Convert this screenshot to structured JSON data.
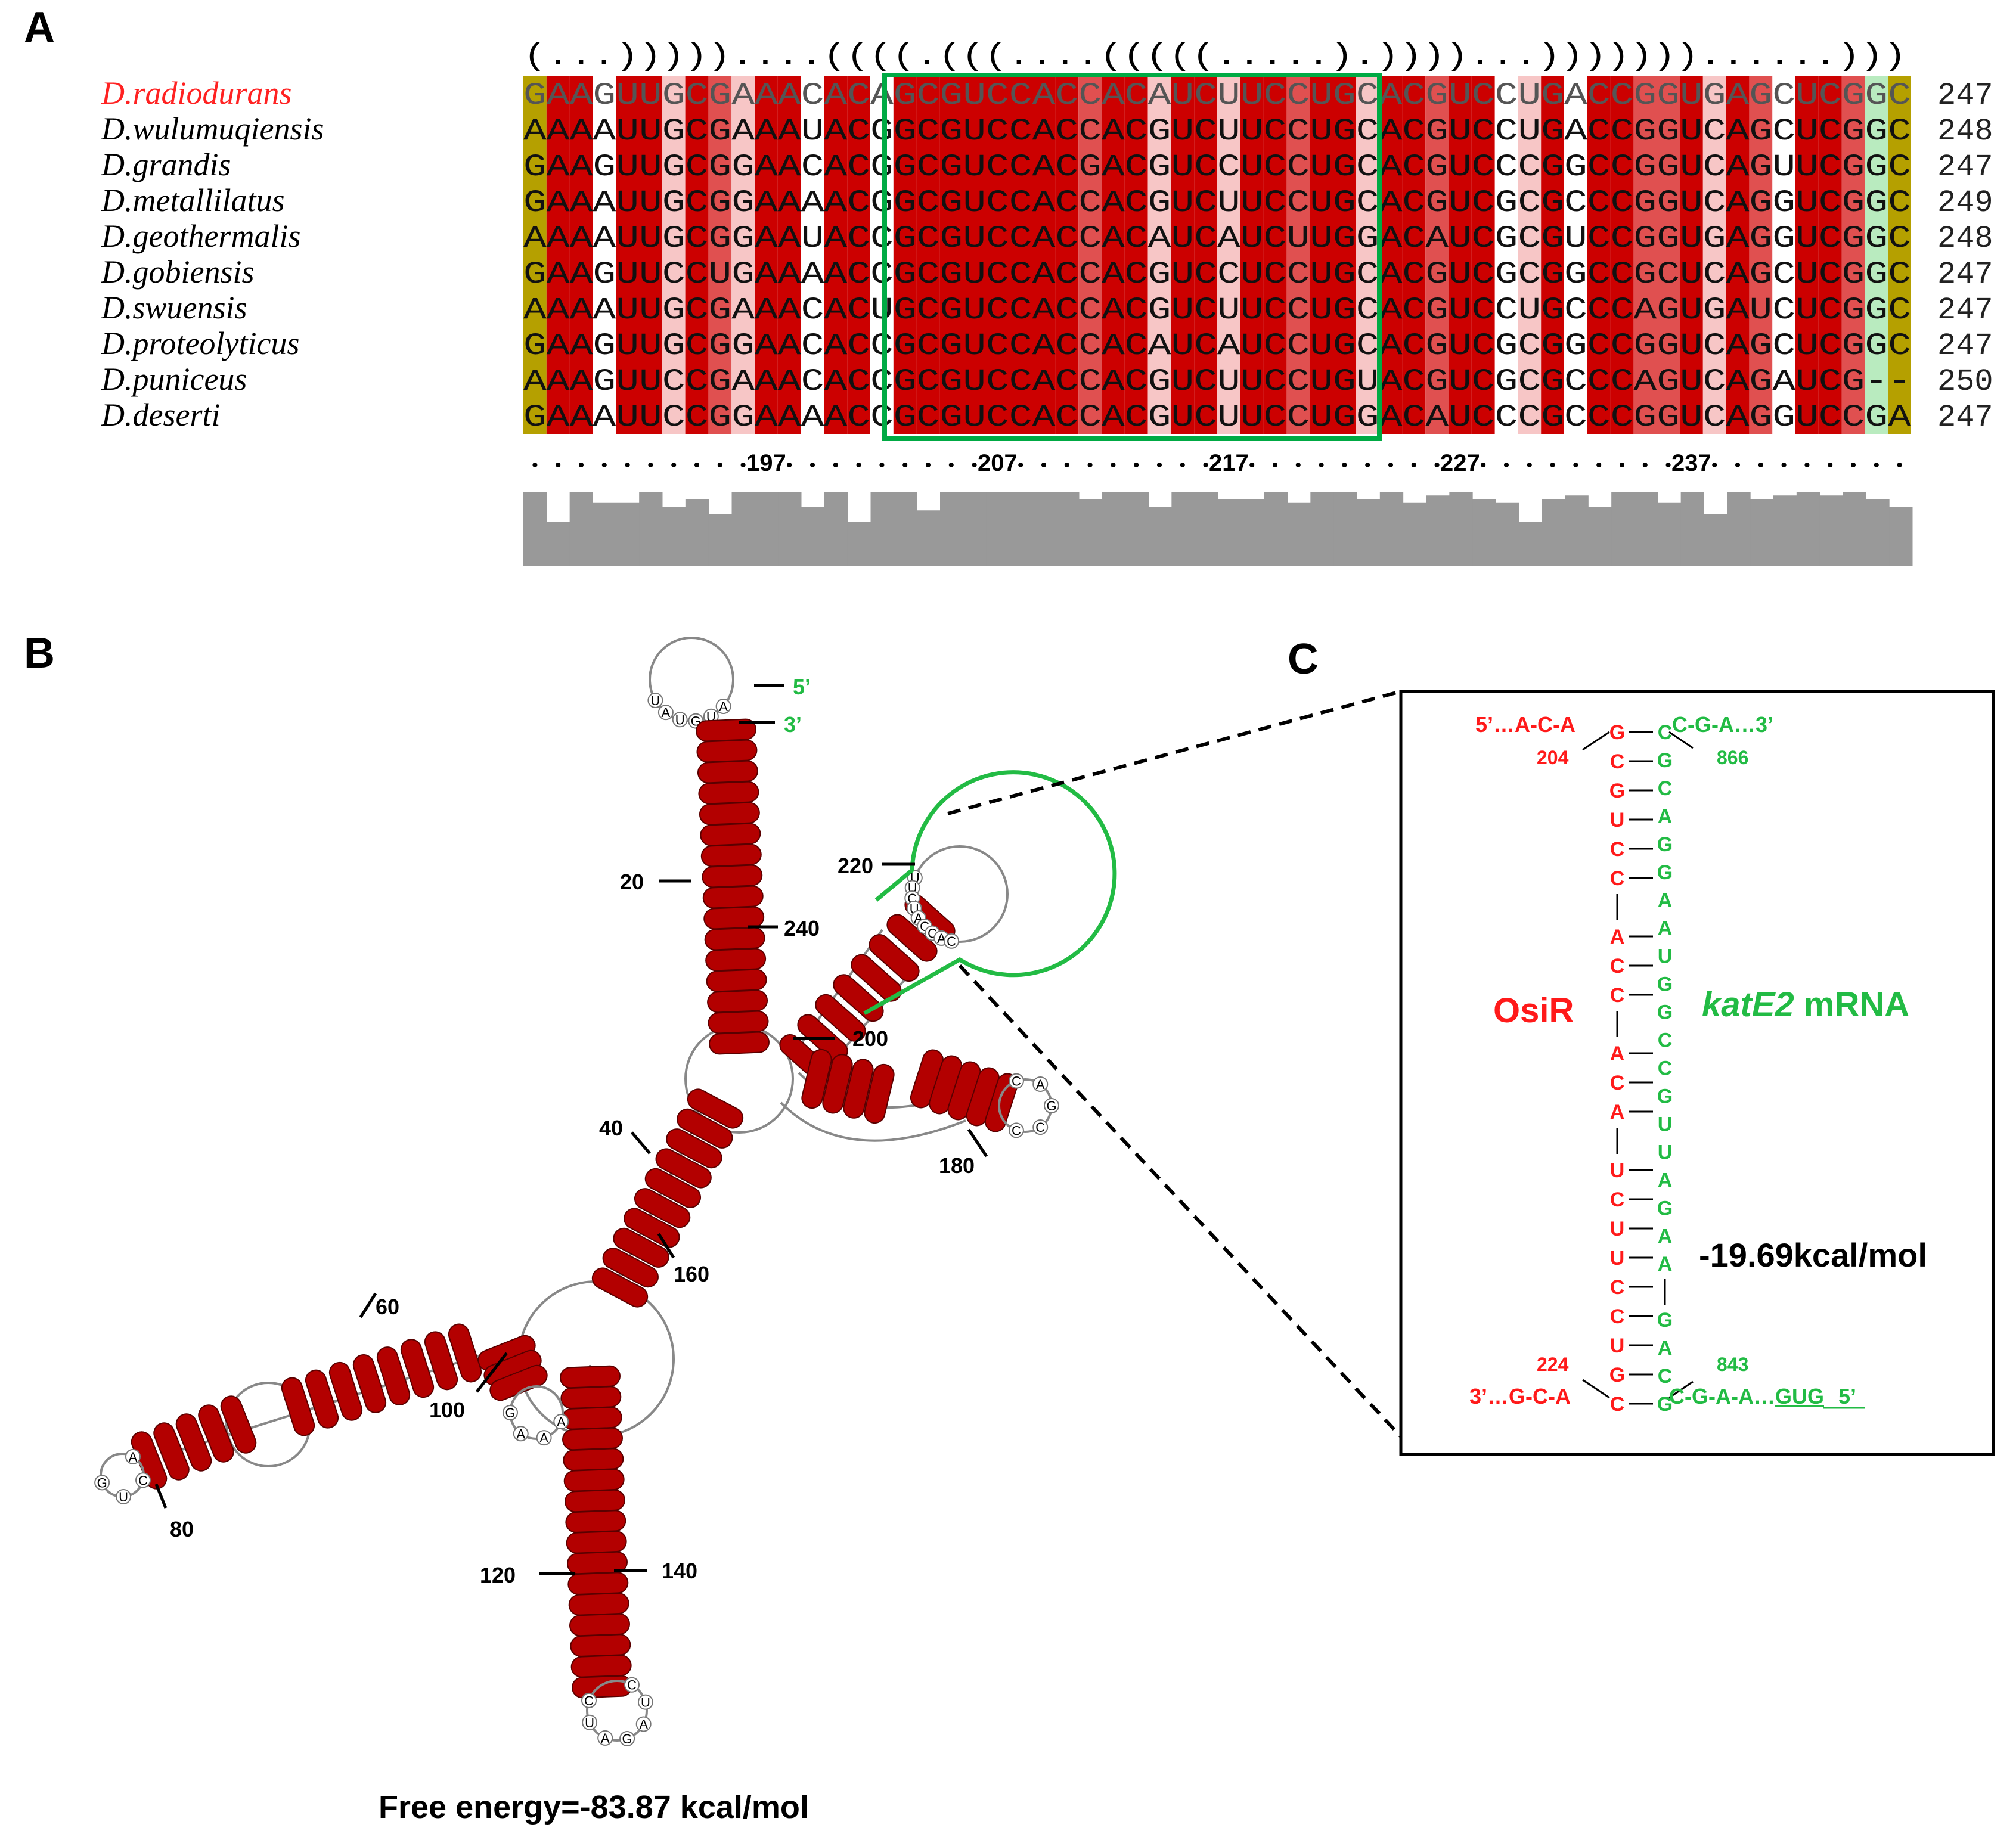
{
  "panels": {
    "a": "A",
    "b": "B",
    "c": "C"
  },
  "alignment": {
    "dot_bracket": "(...)))))....((((.(((....(((((.....).))))...)))))))......)))",
    "species": [
      {
        "name": "D.radiodurans",
        "seq": "GAAGUUGCGAAACACAGCGUCCACCACAUCUUCCUGCACGUCCUGACCGGUGAGCUCGGC",
        "len": "247",
        "highlight": true
      },
      {
        "name": "D.wulumuqiensis",
        "seq": "AAAAUUGCGAAAUACGGCGUCCACCACGUCUUCCUGCACGUCCUGACCGGUCAGCUCGGC",
        "len": "248"
      },
      {
        "name": "D.grandis",
        "seq": "GAAGUUGCGGAACACGGCGUCCACGACGUCCUCCUGCACGUCCCGGCCGGUCAGUUCGGC",
        "len": "247"
      },
      {
        "name": "D.metallilatus",
        "seq": "GAAAUUGCGGAAAACGGCGUCCACCACGUCUUCCUGCACGUCGCGCCCGGUCAGGUCGGC",
        "len": "249"
      },
      {
        "name": "D.geothermalis",
        "seq": "AAAAUUGCGGAAUACCGCGUCCACCACAUCAUCUUGGACAUCGCGUCCGGUGAGGUCGGC",
        "len": "248"
      },
      {
        "name": "D.gobiensis",
        "seq": "GAAGUUCCUGAAAACCGCGUCCACCACGUCCUCCUGCACGUCGCGGCCGCUCAGCUCGGC",
        "len": "247"
      },
      {
        "name": "D.swuensis",
        "seq": "AAAAUUGCGAAACACUGCGUCCACCACGUCUUCCUGCACGUCCUGCCCAGUGAUCUCGGC",
        "len": "247"
      },
      {
        "name": "D.proteolyticus",
        "seq": "GAAGUUGCGGAACACCGCGUCCACCACAUCAUCCUGCACGUCGCGGCCGGUCAGCUCGGC",
        "len": "247"
      },
      {
        "name": "D.puniceus",
        "seq": "AAAGUUCCGAAACACCGCGUCCACCACGUCUUCCUGUACGUCGCGCCCAGUCAGAUCG--",
        "len": "250"
      },
      {
        "name": "D.deserti",
        "seq": "GAAAUUCCGGAAAACCGCGUCCACCACGUCUUCCUGGACAUCCCGCCCGGUCAGGUCCGA",
        "len": "247"
      }
    ],
    "ruler": [
      "197",
      "207",
      "217",
      "227",
      "237"
    ],
    "conservation": [
      1,
      0.6,
      1,
      0.85,
      0.85,
      1,
      0.8,
      0.9,
      0.7,
      1,
      1,
      1,
      0.8,
      1,
      0.6,
      1,
      1,
      0.75,
      1,
      1,
      1,
      1,
      1,
      1,
      0.9,
      1,
      1,
      0.8,
      1,
      1,
      0.9,
      0.9,
      1,
      0.85,
      1,
      1,
      0.9,
      1,
      0.85,
      0.95,
      1,
      0.9,
      0.85,
      0.6,
      0.9,
      0.95,
      0.8,
      1,
      1,
      0.85,
      1,
      0.7,
      1,
      0.9,
      0.95,
      1,
      0.95,
      1,
      0.9,
      0.8
    ],
    "colors": {
      "dark_red": "#cc0000",
      "mid_red": "#e05050",
      "light_pink": "#f7c6c6",
      "olive": "#b5a000",
      "light_green": "#b9ebbf",
      "box": "#00aa44"
    }
  },
  "structure": {
    "five": "5’",
    "three": "3’",
    "position_labels": [
      "20",
      "240",
      "220",
      "200",
      "40",
      "180",
      "160",
      "60",
      "100",
      "80",
      "120",
      "140"
    ],
    "energy": "Free energy=-83.87 kcal/mol",
    "hairpin_loop": [
      "U",
      "A",
      "U",
      "G",
      "U",
      "A"
    ],
    "loop_220": [
      "U",
      "U",
      "C",
      "U",
      "A",
      "C",
      "C",
      "A",
      "C"
    ],
    "loop_180": [
      "C",
      "A",
      "G",
      "C",
      "C"
    ],
    "loop_80": [
      "A",
      "C",
      "U",
      "G"
    ],
    "loop_140": [
      "C",
      "U",
      "A",
      "G",
      "A",
      "U",
      "C"
    ],
    "loop_100": [
      "G",
      "A",
      "A",
      "A"
    ],
    "colors": {
      "stem": "#b30000",
      "stroke": "#777777"
    }
  },
  "duplex": {
    "top_left": "5’…A-C-A",
    "top_right": "C-G-A…3’",
    "left_strand": [
      "G",
      "C",
      "G",
      "U",
      "C",
      "C",
      "",
      "A",
      "C",
      "C",
      "",
      "A",
      "C",
      "A",
      "",
      "U",
      "C",
      "U",
      "U",
      "C",
      "C",
      "U",
      "G",
      "C"
    ],
    "right_strand": [
      "C",
      "G",
      "C",
      "A",
      "G",
      "G",
      "A",
      "A",
      "U",
      "G",
      "G",
      "C",
      "C",
      "G",
      "U",
      "U",
      "A",
      "G",
      "A",
      "A",
      "",
      "G",
      "A",
      "C",
      "G"
    ],
    "n204": "204",
    "n866": "866",
    "n224": "224",
    "n843": "843",
    "bottom_left": "3’…G-C-A",
    "bottom_right": "C-G-A-A…",
    "gug": "GUG",
    "bottom_five": "5’",
    "osir": "OsiR",
    "kate2": "katE2",
    "mrna": " mRNA",
    "energy": "-19.69kcal/mol",
    "colors": {
      "red": "#ff1a1a",
      "green": "#22bb44"
    }
  }
}
